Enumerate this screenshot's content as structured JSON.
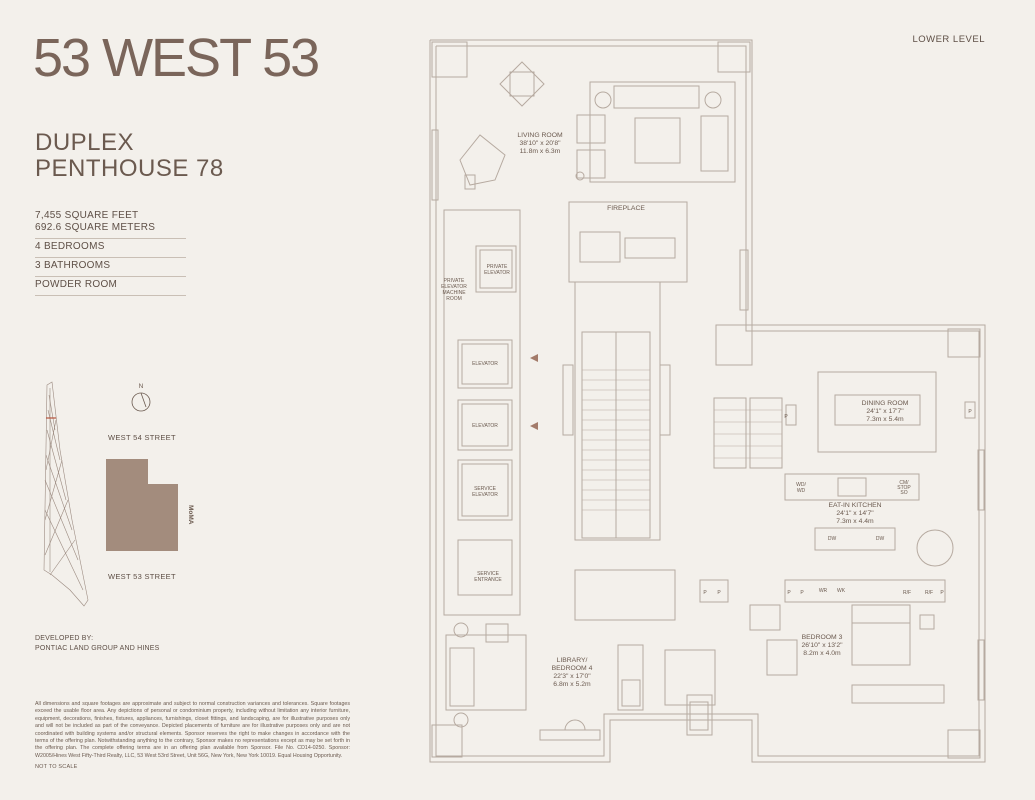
{
  "brand": "53 WEST 53",
  "unit": {
    "line1": "DUPLEX",
    "line2": "PENTHOUSE 78"
  },
  "specs": {
    "square_feet": "7,455 SQUARE FEET",
    "square_meters": "692.6 SQUARE METERS",
    "bedrooms": "4 BEDROOMS",
    "bathrooms": "3 BATHROOMS",
    "powder": "POWDER ROOM"
  },
  "level": "LOWER LEVEL",
  "site": {
    "north": "N",
    "street_top": "WEST 54 STREET",
    "street_bottom": "WEST 53 STREET",
    "moma": "MoMA"
  },
  "developer": {
    "line1": "DEVELOPED BY:",
    "line2": "PONTIAC LAND GROUP AND HINES"
  },
  "disclaimer": "All dimensions and square footages are approximate and subject to normal construction variances and tolerances. Square footages exceed the usable floor area. Any depictions of personal or condominium property, including without limitation any interior furniture, equipment, decorations, finishes, fixtures, appliances, furnishings, closet fittings, and landscaping, are for illustrative purposes only and will not be included as part of the conveyance. Depicted placements of furniture are for illustrative purposes only and are not coordinated with building systems and/or structural elements. Sponsor reserves the right to make changes in accordance with the terms of the offering plan. Notwithstanding anything to the contrary, Sponsor makes no representations except as may be set forth in the offering plan. The complete offering terms are in an offering plan available from Sponsor. File No. CD14-0250. Sponsor: W2005/Hines West Fifty-Third Realty, LLC, 53 West 53rd Street, Unit 56G, New York, New York 10019. Equal Housing Opportunity.",
  "nts": "NOT TO SCALE",
  "rooms": {
    "living": {
      "name": "LIVING ROOM",
      "imperial": "38'10\" x 20'8\"",
      "metric": "11.8m x 6.3m"
    },
    "dining": {
      "name": "DINING ROOM",
      "imperial": "24'1\" x 17'7\"",
      "metric": "7.3m x 5.4m"
    },
    "kitchen": {
      "name": "EAT-IN KITCHEN",
      "imperial": "24'1\" x 14'7\"",
      "metric": "7.3m x 4.4m"
    },
    "bedroom3": {
      "name": "BEDROOM 3",
      "imperial": "26'10\" x 13'2\"",
      "metric": "8.2m x 4.0m"
    },
    "library": {
      "name1": "LIBRARY/",
      "name2": "BEDROOM 4",
      "imperial": "22'3\" x 17'0\"",
      "metric": "6.8m x 5.2m"
    }
  },
  "labels": {
    "fireplace": "FIREPLACE",
    "private_elevator": [
      "PRIVATE",
      "ELEVATOR"
    ],
    "machine_room": [
      "PRIVATE",
      "ELEVATOR",
      "MACHINE",
      "ROOM"
    ],
    "elevator": "ELEVATOR",
    "service_elevator": [
      "SERVICE",
      "ELEVATOR"
    ],
    "service_entrance": [
      "SERVICE",
      "ENTRANCE"
    ],
    "wd": [
      "WD/",
      "WD"
    ],
    "cm_stop": [
      "CM/",
      "STOP",
      "SO"
    ],
    "dw": "DW",
    "p": "P",
    "wr": "WR",
    "wk": "WK",
    "rf": "R/F"
  },
  "colors": {
    "background": "#f3f0eb",
    "ink": "#6b5a4f",
    "moma_block": "#a38c7d",
    "plan_line": "#b6aaa0"
  }
}
